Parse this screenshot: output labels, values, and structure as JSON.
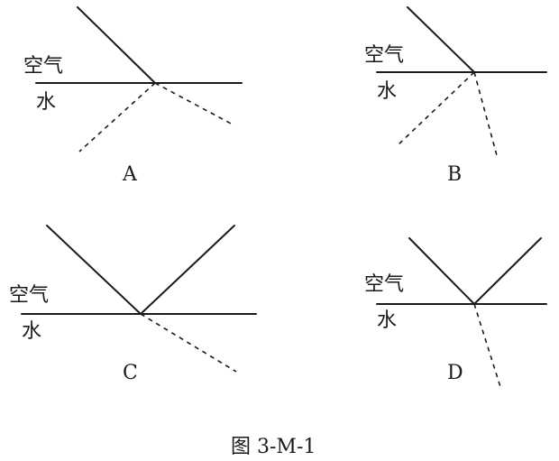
{
  "labels": {
    "air": "空气",
    "water": "水"
  },
  "panels": [
    {
      "id": "A",
      "label": "A"
    },
    {
      "id": "B",
      "label": "B"
    },
    {
      "id": "C",
      "label": "C"
    },
    {
      "id": "D",
      "label": "D"
    }
  ],
  "caption": "图 3-M-1"
}
